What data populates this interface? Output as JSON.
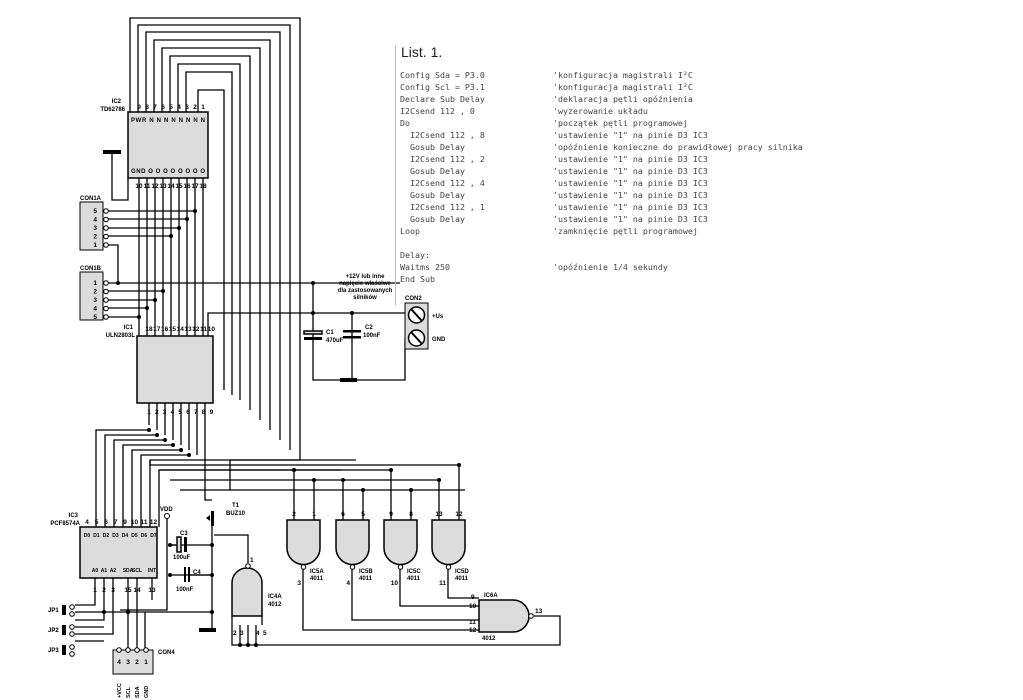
{
  "listing": {
    "title": "List.  1.",
    "lines": [
      {
        "code": "Config Sda = P3.0",
        "comment": "'konfiguracja magistrali I²C"
      },
      {
        "code": "Config Scl = P3.1",
        "comment": "'konfiguracja magistrali I²C"
      },
      {
        "code": "Declare Sub Delay",
        "comment": "'deklaracja pętli opóźnienia"
      },
      {
        "code": "I2Csend 112 , 0",
        "comment": "'wyzerowanie układu"
      },
      {
        "code": "Do",
        "comment": "'początek pętli programowej"
      },
      {
        "code": "  I2Csend 112 , 8",
        "comment": "'ustawienie \"1\" na pinie D3 IC3"
      },
      {
        "code": "  Gosub Delay",
        "comment": "'opóźnienie konieczne do prawidłowej pracy silnika"
      },
      {
        "code": "  I2Csend 112 , 2",
        "comment": "'ustawienie \"1\" na pinie D3 IC3"
      },
      {
        "code": "  Gosub Delay",
        "comment": "'ustawienie \"1\" na pinie D3 IC3"
      },
      {
        "code": "  I2Csend 112 , 4",
        "comment": "'ustawienie \"1\" na pinie D3 IC3"
      },
      {
        "code": "  Gosub Delay",
        "comment": "'ustawienie \"1\" na pinie D3 IC3"
      },
      {
        "code": "  I2Csend 112 , 1",
        "comment": "'ustawienie \"1\" na pinie D3 IC3"
      },
      {
        "code": "  Gosub Delay",
        "comment": "'ustawienie \"1\" na pinie D3 IC3"
      },
      {
        "code": "Loop",
        "comment": "'zamknięcie pętli programowej"
      },
      {
        "code": "",
        "comment": ""
      },
      {
        "code": "Delay:",
        "comment": ""
      },
      {
        "code": "Waitms 250",
        "comment": "'opóźnienie 1/4 sekundy"
      },
      {
        "code": "End Sub",
        "comment": ""
      }
    ]
  },
  "schematic": {
    "ic2": {
      "name": "IC2",
      "part": "TD62786",
      "pins_top": [
        "9",
        "8",
        "7",
        "6",
        "5",
        "4",
        "3",
        "2",
        "1"
      ],
      "pins_bottom": [
        "10",
        "11",
        "12",
        "13",
        "14",
        "15",
        "16",
        "17",
        "18"
      ],
      "inputs": "PWR N N N N N N N N",
      "outputs": "GND O O O O O O O O"
    },
    "con1a": {
      "name": "CON1A",
      "pins": [
        "5",
        "4",
        "3",
        "2",
        "1"
      ]
    },
    "con1b": {
      "name": "CON1B",
      "pins": [
        "1",
        "2",
        "3",
        "4",
        "5"
      ]
    },
    "ic1": {
      "name": "IC1",
      "part": "ULN2803L",
      "pins_top": [
        "18",
        "17",
        "16",
        "15",
        "14",
        "13",
        "12",
        "11",
        "10"
      ],
      "pins_bottom": [
        "1",
        "2",
        "3",
        "4",
        "5",
        "6",
        "7",
        "8",
        "9"
      ]
    },
    "power": {
      "note": "+12V lub inne napięcie właściwe dla zastosowanych silników",
      "c1": "C1",
      "c1_value": "470uF",
      "c2": "C2",
      "c2_value": "100nF",
      "con2": "CON2",
      "plus": "+Us",
      "gnd": "GND"
    },
    "ic3": {
      "name": "IC3",
      "part": "PCF8574A",
      "pins_top": [
        "4",
        "5",
        "6",
        "7",
        "9",
        "10",
        "11",
        "12"
      ],
      "pins_bottom": [
        "1",
        "2",
        "3",
        "15",
        "14",
        "13"
      ],
      "top_labels": [
        "D0",
        "D1",
        "D2",
        "D3",
        "D4",
        "D5",
        "D6",
        "D7"
      ],
      "bottom_labels": [
        "A0",
        "A1",
        "A2",
        "SDA",
        "SCL",
        "INT"
      ]
    },
    "vdd": "VDD",
    "c3": {
      "name": "C3",
      "value": "100uF"
    },
    "c4": {
      "name": "C4",
      "value": "100nF"
    },
    "t1": {
      "name": "T1",
      "part": "BUZ10"
    },
    "ic4a": {
      "name": "IC4A",
      "part": "4012",
      "pins": [
        "1",
        "2",
        "3",
        "4",
        "5"
      ]
    },
    "ic5": [
      {
        "name": "IC5A",
        "part": "4011",
        "in": [
          "2",
          "1"
        ],
        "out": "3"
      },
      {
        "name": "IC5B",
        "part": "4011",
        "in": [
          "6",
          "5"
        ],
        "out": "4"
      },
      {
        "name": "IC5C",
        "part": "4011",
        "in": [
          "9",
          "8"
        ],
        "out": "10"
      },
      {
        "name": "IC5D",
        "part": "4011",
        "in": [
          "13",
          "12"
        ],
        "out": "11"
      }
    ],
    "ic6a": {
      "name": "IC6A",
      "part": "4012",
      "pins": [
        "9",
        "10",
        "11",
        "12"
      ],
      "out": "13"
    },
    "jumpers": [
      "JP1",
      "JP2",
      "JP3"
    ],
    "con4": {
      "name": "CON4",
      "pins": [
        "4",
        "3",
        "2",
        "1"
      ],
      "signals": [
        "+VCC",
        "SCL",
        "SDA",
        "GND"
      ]
    }
  }
}
